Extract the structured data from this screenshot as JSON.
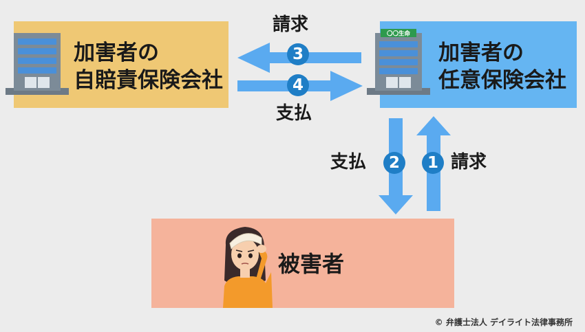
{
  "nodes": {
    "jibaiseki": {
      "line1": "加害者の",
      "line2": "自賠責保険会社"
    },
    "nini": {
      "line1": "加害者の",
      "line2": "任意保険会社",
      "sign": "〇〇生命"
    },
    "victim": {
      "label": "被害者"
    }
  },
  "steps": {
    "top_request": {
      "label": "請求",
      "number": "3"
    },
    "top_payment": {
      "label": "支払",
      "number": "4"
    },
    "side_payment": {
      "label": "支払",
      "number": "2"
    },
    "side_request": {
      "label": "請求",
      "number": "1"
    }
  },
  "copyright": "© 弁護士法人 デイライト法律事務所",
  "colors": {
    "jibaiseki_box": "#efc874",
    "nini_box": "#65b5f2",
    "victim_box": "#f5b39b",
    "arrow": "#5aaaf0",
    "number_badge": "#1f7ec6",
    "background": "#ececec"
  }
}
